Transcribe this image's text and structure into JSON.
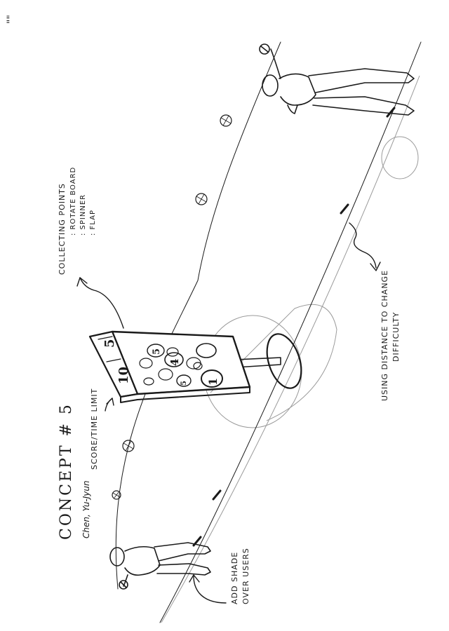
{
  "page": {
    "corner_mark": "\"\"",
    "title": "CONCEPT # 5",
    "author": "Chen, Yu-Jyun",
    "annotations": {
      "score_time": "SCORE/TIME LIMIT",
      "collecting_heading": "COLLECTING POINTS",
      "collecting_items": [
        ": ROTATE BOARD",
        ": SPINNER",
        ": FLAP"
      ],
      "distance_line1": "USING DISTANCE TO CHANGE",
      "distance_line2": "DIFFICULTY",
      "shade_line1": "ADD SHADE",
      "shade_line2": "OVER USERS"
    },
    "board": {
      "display_top": "5",
      "display_bottom": "10",
      "targets": [
        "5",
        "4",
        "1",
        "5"
      ]
    },
    "icons": [
      "arrow-icon",
      "ball-icon",
      "person-icon",
      "stand-icon"
    ]
  }
}
